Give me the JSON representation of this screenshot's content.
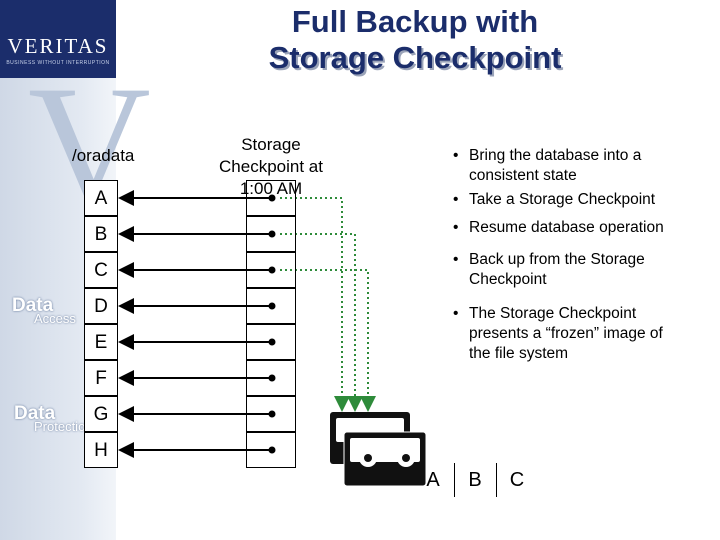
{
  "title": [
    "Full Backup with",
    "Storage Checkpoint"
  ],
  "logo": {
    "name": "VERITAS",
    "tagline": "BUSINESS WITHOUT INTERRUPTION"
  },
  "sidebar": {
    "data_access": [
      "Data",
      "Access"
    ],
    "data_protection": [
      "Data",
      "Protection"
    ]
  },
  "filesystem": {
    "mount": "/oradata",
    "blocks": [
      "A",
      "B",
      "C",
      "D",
      "E",
      "F",
      "G",
      "H"
    ]
  },
  "checkpoint": {
    "label": [
      "Storage",
      "Checkpoint at",
      "1:00 AM"
    ]
  },
  "bullets": [
    [
      "Bring the database into a",
      "consistent state"
    ],
    [
      "Take a Storage Checkpoint"
    ],
    [
      "Resume database operation"
    ],
    [
      "Back up from the Storage",
      "Checkpoint"
    ],
    [
      "The Storage Checkpoint",
      "presents a “frozen” image of",
      "the file system"
    ]
  ],
  "backup_output": [
    "A",
    "B",
    "C"
  ],
  "colors": {
    "title": "#1b2d6b",
    "dotted_line": "#2e8b3a",
    "sidebar": "#d6deea"
  }
}
